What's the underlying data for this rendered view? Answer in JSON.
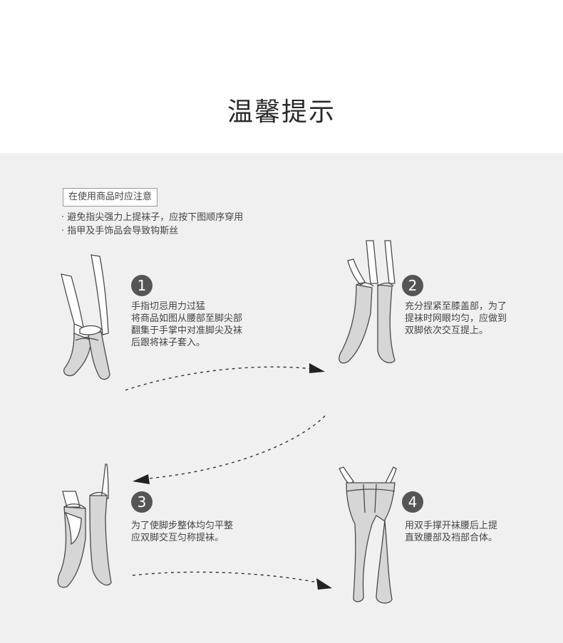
{
  "title": "温馨提示",
  "notice": {
    "tag": "在使用商品时应注意",
    "lines": [
      "· 避免指尖强力上提袜子，应按下图顺序穿用",
      "· 指甲及手饰品会导致钩斯丝"
    ]
  },
  "steps": [
    {
      "number": "1",
      "lines": [
        "手指切忌用力过猛",
        "将商品如图从腰部至脚尖部",
        "翻集于手掌中对准脚尖及袜",
        "后跟将袜子套入。"
      ]
    },
    {
      "number": "2",
      "lines": [
        "充分捏紧至膝盖部，为了",
        "提袜时网眼均匀，应做到",
        "双脚依次交互提上。"
      ]
    },
    {
      "number": "3",
      "lines": [
        "为了使脚步整体均匀平整",
        "应双脚交互匀称提袜。"
      ]
    },
    {
      "number": "4",
      "lines": [
        "用双手撑开袜腰后上提",
        "直致腰部及裆部合体。"
      ]
    }
  ],
  "illustrations": [
    "feet-with-gathered-stocking",
    "stockings-pulled-to-knees",
    "stockings-pulled-up-legs",
    "full-pantyhose-on-legs"
  ],
  "colors": {
    "panel": "#f1f0f0",
    "badge": "#555555",
    "text": "#444444"
  }
}
